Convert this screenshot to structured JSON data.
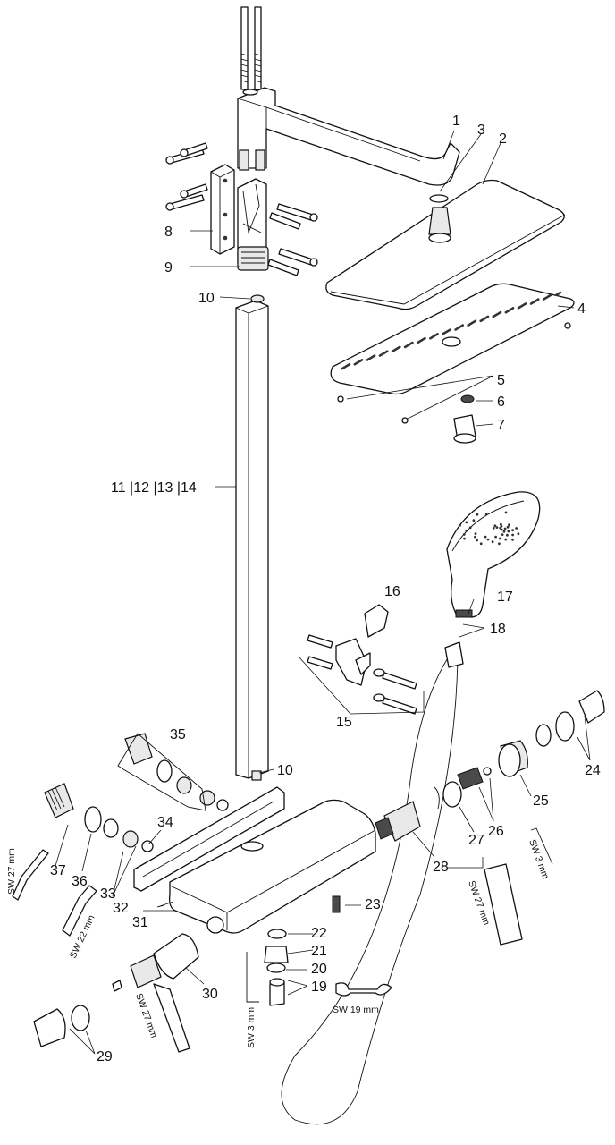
{
  "callouts": {
    "c1": "1",
    "c2": "2",
    "c3": "3",
    "c4": "4",
    "c5": "5",
    "c6": "6",
    "c7": "7",
    "c8": "8",
    "c9": "9",
    "c10a": "10",
    "c10b": "10",
    "c11_14": "11 |12 |13 |14",
    "c15": "15",
    "c16": "16",
    "c17": "17",
    "c18": "18",
    "c19": "19",
    "c20": "20",
    "c21": "21",
    "c22": "22",
    "c23": "23",
    "c24": "24",
    "c25": "25",
    "c26": "26",
    "c27": "27",
    "c28": "28",
    "c29": "29",
    "c30": "30",
    "c31": "31",
    "c32": "32",
    "c33": "33",
    "c34": "34",
    "c35": "35",
    "c36": "36",
    "c37": "37"
  },
  "tool_labels": {
    "sw27_left": "SW 27 mm",
    "sw22": "SW 22 mm",
    "sw27_bottom": "SW 27 mm",
    "sw3_left": "SW 3 mm",
    "sw19": "SW 19 mm",
    "sw27_right": "SW 27 mm",
    "sw3_right": "SW 3 mm"
  }
}
